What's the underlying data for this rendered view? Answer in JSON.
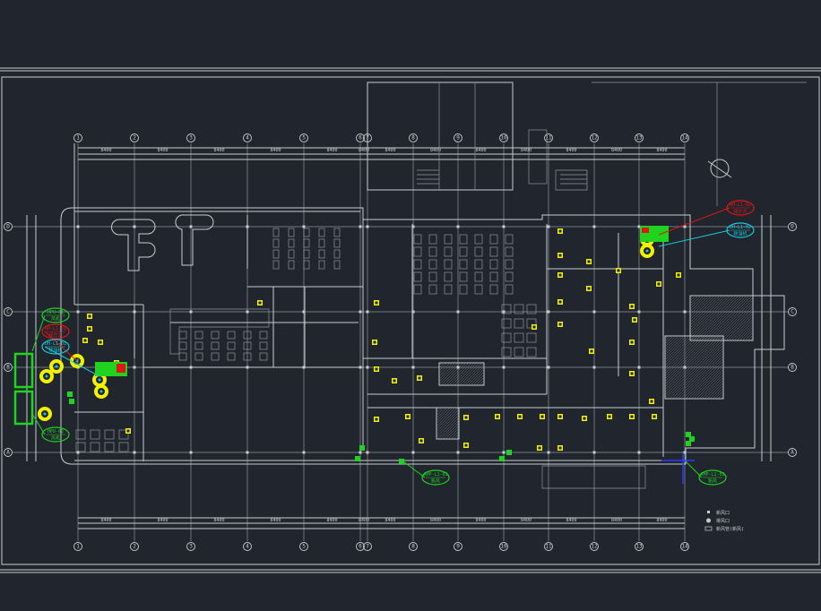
{
  "drawing": {
    "column_axes": [
      "1",
      "2",
      "3",
      "4",
      "5",
      "6",
      "7",
      "8",
      "9",
      "10",
      "11",
      "12",
      "13",
      "14"
    ],
    "row_axes": [
      "A",
      "B",
      "C",
      "D"
    ],
    "dimension_total": "8400",
    "north_arrow": "north-arrow-icon"
  },
  "tags": [
    {
      "id": "HPU-01",
      "sub": "风机",
      "color": "#1fd31f"
    },
    {
      "id": "AH-L1-01",
      "sub": "组合式",
      "color": "#e01515"
    },
    {
      "id": "DH-L1-01",
      "sub": "除湿机",
      "color": "#18c8d8"
    },
    {
      "id": "HPU-02",
      "sub": "风机",
      "color": "#1fd31f"
    },
    {
      "id": "AH-L1-02",
      "sub": "组合式",
      "color": "#e01515"
    },
    {
      "id": "DH-L1-02",
      "sub": "除湿机",
      "color": "#18c8d8"
    },
    {
      "id": "AHP-L1-01",
      "sub": "新风",
      "color": "#1fd31f"
    },
    {
      "id": "AHP-L1-02",
      "sub": "新风",
      "color": "#1fd31f"
    }
  ],
  "legend": [
    {
      "label": "新风口"
    },
    {
      "label": "排风口"
    },
    {
      "label": "新风管(新风)"
    }
  ],
  "colors": {
    "background": "#21262e",
    "linework": "#c8ccd0",
    "equipment": "#f2f200",
    "unit": "#1fd31f"
  }
}
